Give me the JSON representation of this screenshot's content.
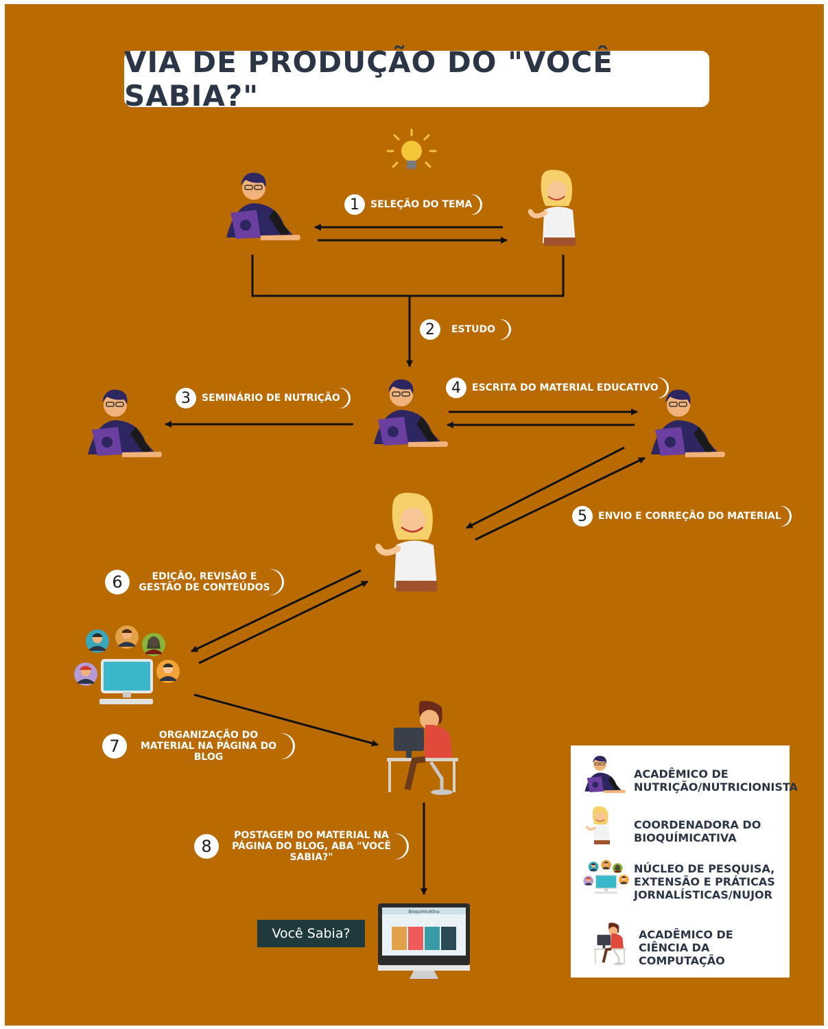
{
  "title": "VIA DE PRODUÇÃO DO \"VOCÊ SABIA?\"",
  "steps": [
    {
      "num": "1",
      "label": "SELEÇÃO DO TEMA"
    },
    {
      "num": "2",
      "label": "ESTUDO"
    },
    {
      "num": "3",
      "label": "SEMINÁRIO DE NUTRIÇÃO"
    },
    {
      "num": "4",
      "label": "ESCRITA DO MATERIAL EDUCATIVO"
    },
    {
      "num": "5",
      "label": "ENVIO E CORREÇÃO DO MATERIAL"
    },
    {
      "num": "6",
      "label": "EDIÇÃO, REVISÃO E GESTÃO DE CONTEÚDOS"
    },
    {
      "num": "7",
      "label": "ORGANIZAÇÃO DO MATERIAL NA PÁGINA DO BLOG"
    },
    {
      "num": "8",
      "label": "POSTAGEM DO MATERIAL NA PÁGINA DO BLOG, ABA \"VOCÊ SABIA?\""
    }
  ],
  "legend": [
    {
      "label": "ACADÊMICO DE NUTRIÇÃO/NUTRICIONISTA",
      "icon": "nutrition-student-icon"
    },
    {
      "label": "COORDENADORA DO BIOQUÍMICATIVA",
      "icon": "coordinator-icon"
    },
    {
      "label": "NÚCLEO DE PESQUISA, EXTENSÃO E PRÁTICAS JORNALÍSTICAS/NUJOR",
      "icon": "nujor-team-icon"
    },
    {
      "label": "ACADÊMICO DE CIÊNCIA DA COMPUTAÇÃO",
      "icon": "cs-student-icon"
    }
  ],
  "blog_tag": "Você Sabia?",
  "blog_header": "BioquimicAtiva",
  "colors": {
    "background": "#b96a00",
    "text_dark": "#2b3545",
    "laptop": "#6b3fa0",
    "shirt": "#2d2660"
  }
}
